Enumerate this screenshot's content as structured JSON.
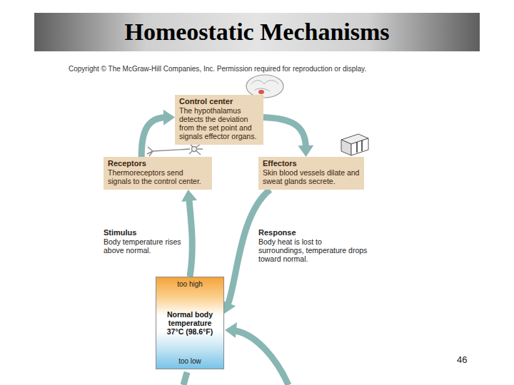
{
  "diagram": {
    "title": "Homeostatic Mechanisms",
    "nodes": [
      {
        "text": [
          "Control center",
          "The hypothalamus detects the deviation from the set point and signals effector organs."
        ]
      },
      {
        "text": [
          "Receptors",
          "Thermoreceptors send signals to the control center."
        ]
      },
      {
        "text": [
          "Effectors",
          "Skin blood vessels dilate and sweat glands secrete."
        ]
      },
      {
        "text": [
          "too high",
          "Normal body temperature 37°C (98.6°F)",
          "too low"
        ]
      }
    ],
    "edges": [
      {
        "from": 3,
        "to": 1,
        "arrow": "to"
      },
      {
        "from": 1,
        "to": 0,
        "arrow": "to"
      },
      {
        "from": 0,
        "to": 2,
        "arrow": "to"
      },
      {
        "from": 2,
        "to": 3,
        "arrow": "to"
      }
    ],
    "labels": [
      "Copyright © The McGraw-Hill Companies, Inc. Permission required for reproduction or display.",
      "Stimulus",
      "Body temperature rises above normal.",
      "Response",
      "Body heat is lost to surroundings, temperature drops toward normal.",
      "46"
    ]
  }
}
